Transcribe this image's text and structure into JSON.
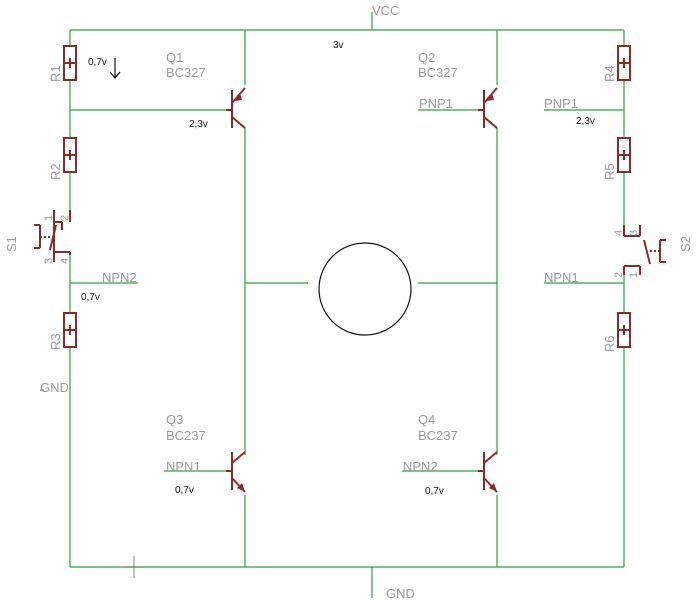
{
  "colors": {
    "wire": "#2ea043",
    "component": "#8b2a2a",
    "label": "#9a9a9a",
    "annotation": "#111111"
  },
  "supply": {
    "vcc": "VCC",
    "gnd_bottom": "GND",
    "gnd_left": "GND"
  },
  "voltages": {
    "top": "3v",
    "r1": "0,7v",
    "q1_base": "2,3v",
    "q2_base": "2,3v",
    "npn2_left": "0,7v",
    "q3_base": "0,7v",
    "q4_base": "0,7v"
  },
  "transistors": {
    "q1": {
      "name": "Q1",
      "model": "BC327"
    },
    "q2": {
      "name": "Q2",
      "model": "BC327"
    },
    "q3": {
      "name": "Q3",
      "model": "BC237"
    },
    "q4": {
      "name": "Q4",
      "model": "BC237"
    }
  },
  "nets": {
    "pnp1_q2": "PNP1",
    "pnp1_right": "PNP1",
    "npn2_left": "NPN2",
    "npn1_right": "NPN1",
    "npn1_q3": "NPN1",
    "npn2_q4": "NPN2"
  },
  "resistors": {
    "r1": "R1",
    "r2": "R2",
    "r3": "R3",
    "r4": "R4",
    "r5": "R5",
    "r6": "R6"
  },
  "switches": {
    "s1": {
      "name": "S1",
      "pins": [
        "1",
        "2",
        "3",
        "4"
      ]
    },
    "s2": {
      "name": "S2",
      "pins": [
        "3",
        "4",
        "1",
        "2"
      ]
    }
  },
  "icons": {
    "resistor": "resistor-icon",
    "transistor_pnp": "pnp-transistor-icon",
    "transistor_npn": "npn-transistor-icon",
    "motor": "motor-circle-icon",
    "switch": "pushbutton-switch-icon",
    "arrow": "current-arrow-icon",
    "cursor": "crosshair-cursor-icon"
  }
}
